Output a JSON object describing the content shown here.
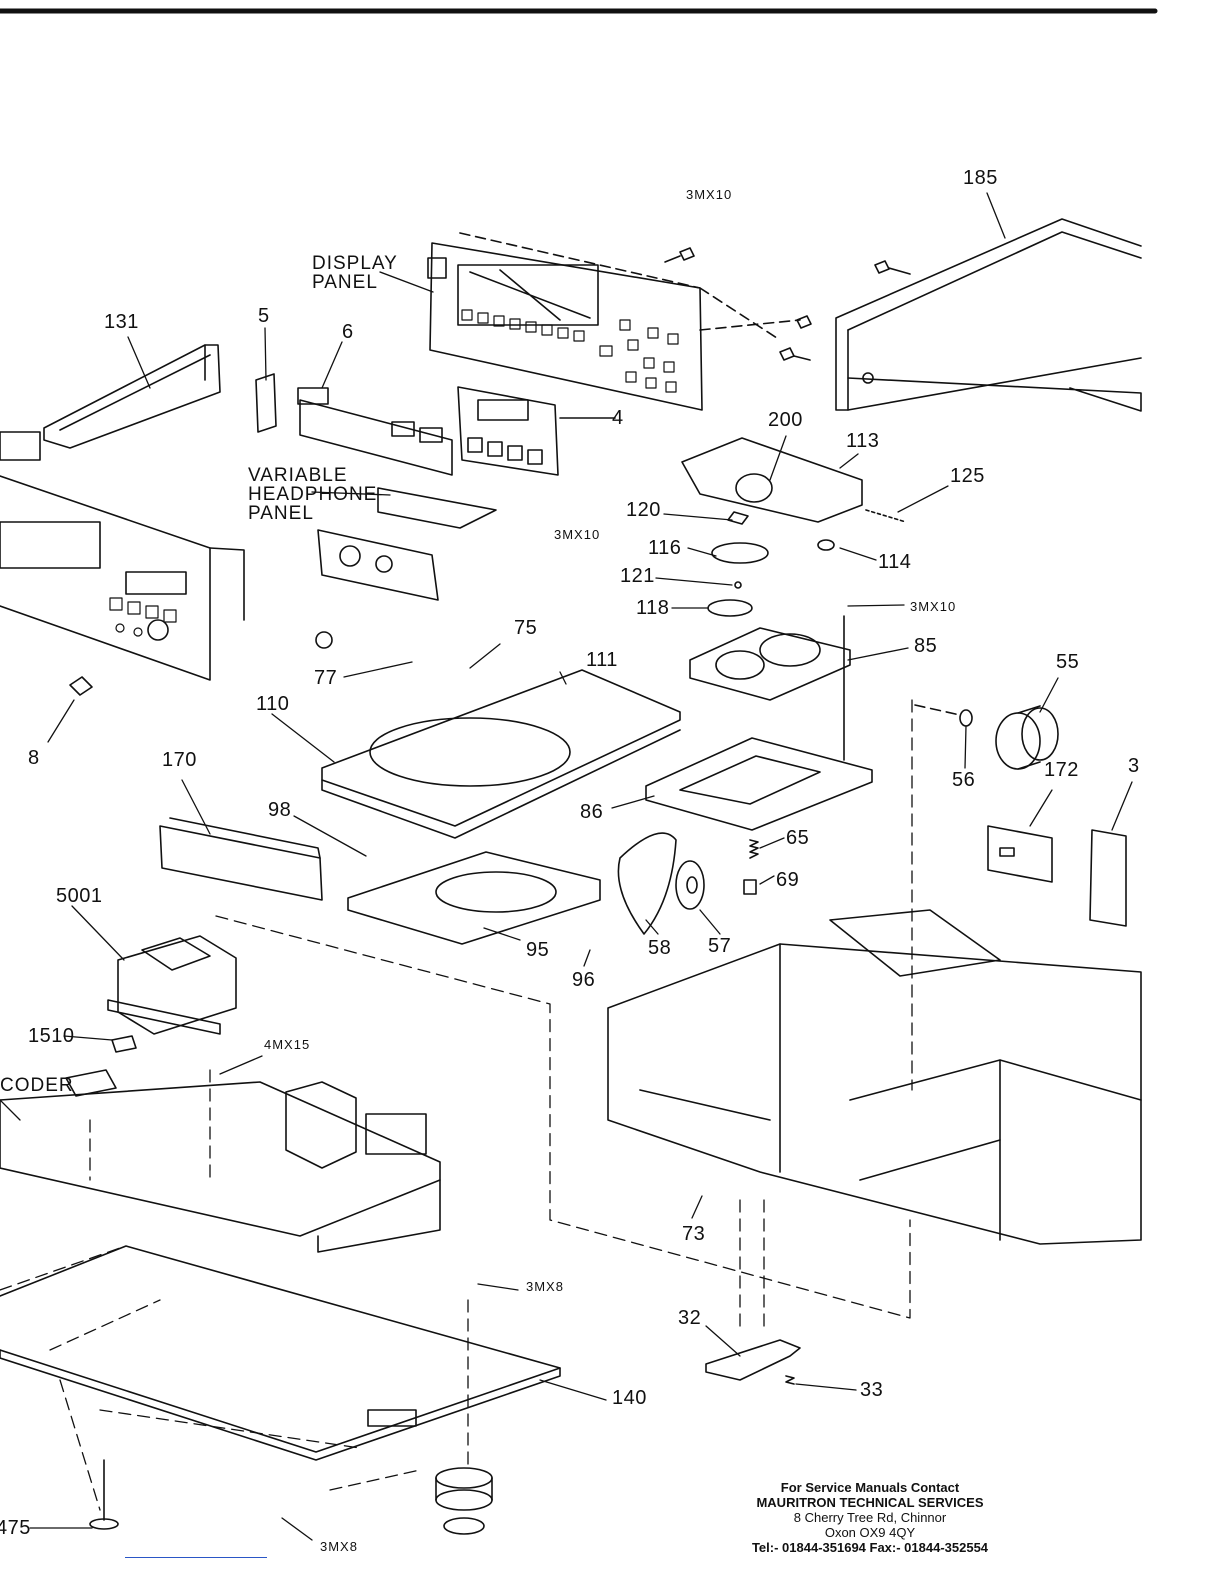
{
  "labels": {
    "p185": "185",
    "p131": "131",
    "p5": "5",
    "p6": "6",
    "p4": "4",
    "p200": "200",
    "p113": "113",
    "p125": "125",
    "p120": "120",
    "p116": "116",
    "p114": "114",
    "p121": "121",
    "p118": "118",
    "p85": "85",
    "p55": "55",
    "p56": "56",
    "p75": "75",
    "p111": "111",
    "p77": "77",
    "p110": "110",
    "p8": "8",
    "p170": "170",
    "p98": "98",
    "p86": "86",
    "p65": "65",
    "p69": "69",
    "p172": "172",
    "p3": "3",
    "p5001": "5001",
    "p95": "95",
    "p96": "96",
    "p58": "58",
    "p57": "57",
    "p1510": "1510",
    "p73": "73",
    "p32": "32",
    "p33": "33",
    "p140": "140",
    "p475": "475",
    "screw_3mx10_top": "3MX10",
    "screw_3mx10_mid": "3MX10",
    "screw_3mx10_right": "3MX10",
    "screw_4mx15": "4MX15",
    "screw_3mx8_top": "3MX8",
    "screw_3mx8_bottom": "3MX8",
    "display_panel": "DISPLAY\nPANEL",
    "variable_headphone_panel": "VARIABLE\nHEADPHONE\nPANEL",
    "encoder": "CODER"
  },
  "contact": {
    "line1": "For Service Manuals Contact",
    "line2": "MAURITRON TECHNICAL SERVICES",
    "line3": "8 Cherry Tree Rd, Chinnor",
    "line4": "Oxon OX9 4QY",
    "line5": "Tel:- 01844-351694 Fax:- 01844-352554"
  }
}
